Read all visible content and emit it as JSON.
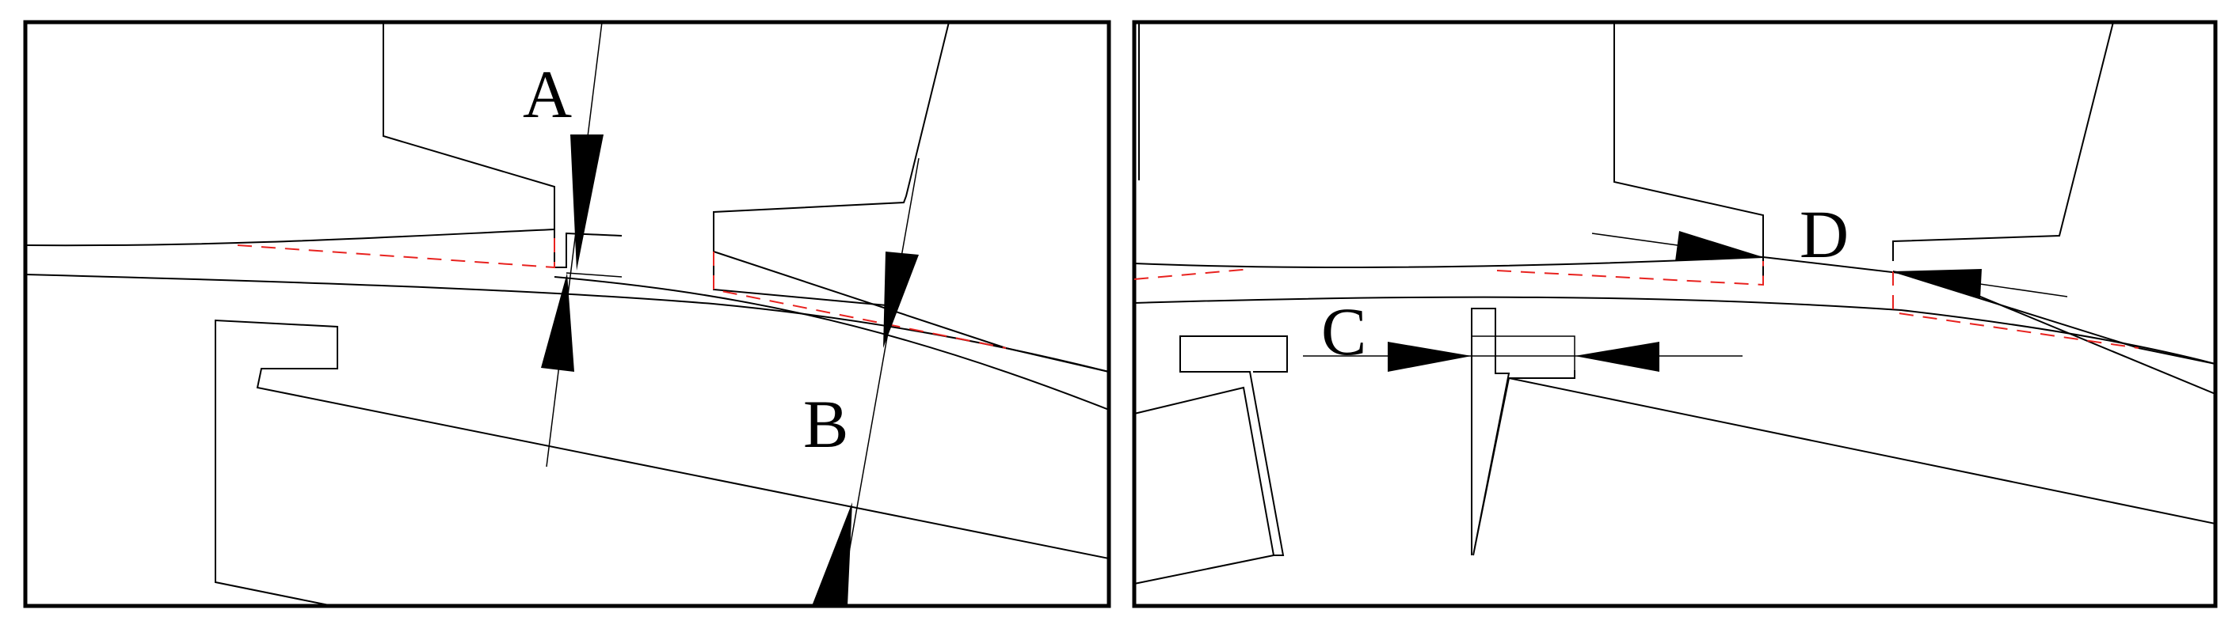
{
  "panels": [
    {
      "id": "left",
      "labels": [
        "A",
        "B"
      ]
    },
    {
      "id": "right",
      "labels": [
        "C",
        "D"
      ]
    }
  ],
  "labels": {
    "A": "A",
    "B": "B",
    "C": "C",
    "D": "D"
  },
  "colors": {
    "outline": "#000000",
    "hidden_edge": "#e8221f",
    "background": "#ffffff"
  }
}
